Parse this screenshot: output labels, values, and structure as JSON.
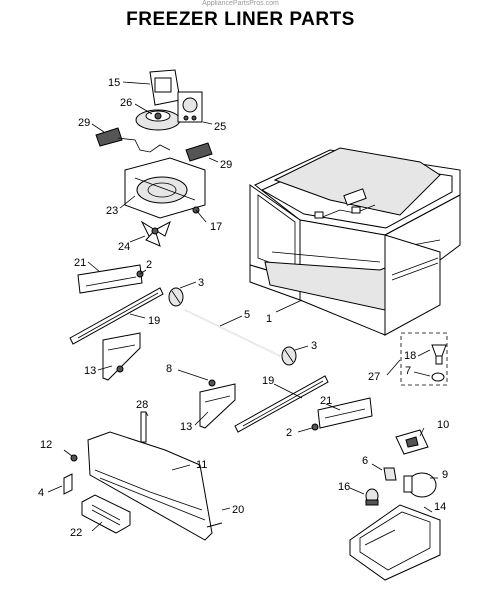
{
  "watermark": "AppliancePartsPros.com",
  "title": "FREEZER LINER PARTS",
  "callouts": [
    "1",
    "2",
    "2",
    "3",
    "3",
    "4",
    "5",
    "6",
    "7",
    "8",
    "9",
    "10",
    "11",
    "12",
    "13",
    "13",
    "14",
    "15",
    "16",
    "17",
    "18",
    "19",
    "19",
    "20",
    "21",
    "21",
    "22",
    "23",
    "24",
    "25",
    "26",
    "27",
    "28",
    "29",
    "29"
  ]
}
